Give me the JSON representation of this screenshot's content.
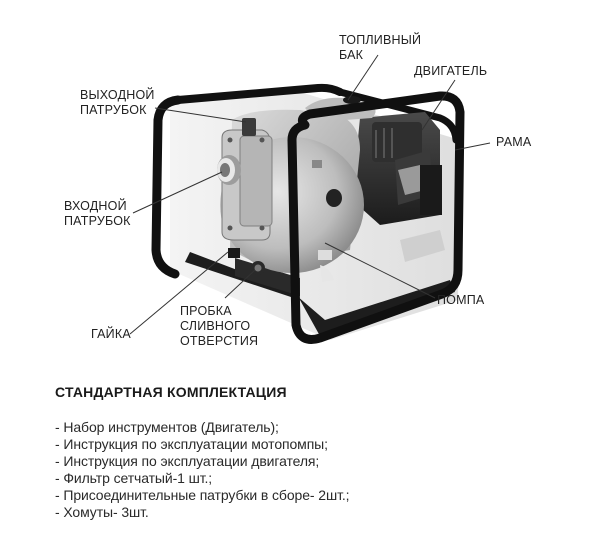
{
  "figure": {
    "subject": "motor-pump",
    "callouts": {
      "fuel_tank": {
        "line1": "ТОПЛИВНЫЙ",
        "line2": "БАК"
      },
      "engine": {
        "line1": "ДВИГАТЕЛЬ"
      },
      "outlet": {
        "line1": "ВЫХОДНОЙ",
        "line2": "ПАТРУБОК"
      },
      "frame": {
        "line1": "РАМА"
      },
      "inlet": {
        "line1": "ВХОДНОЙ",
        "line2": "ПАТРУБОК"
      },
      "pump": {
        "line1": "ПОМПА"
      },
      "nut": {
        "line1": "ГАЙКА"
      },
      "drain_plug": {
        "line1": "ПРОБКА",
        "line2": "СЛИВНОГО",
        "line3": "ОТВЕРСТИЯ"
      }
    }
  },
  "kit": {
    "title": "СТАНДАРТНАЯ КОМПЛЕКТАЦИЯ",
    "items": [
      "- Набор инструментов (Двигатель);",
      "- Инструкция по эксплуатации мотопомпы;",
      "- Инструкция по эксплуатации двигателя;",
      "- Фильтр сетчатый-1 шт.;",
      "- Присоединительные патрубки в сборе- 2шт.;",
      "- Хомуты- 3шт."
    ]
  },
  "colors": {
    "frame": "#111111",
    "pump_body": "#b9b9b9",
    "engine": "#2b2b2b",
    "text": "#1a1a1a"
  }
}
